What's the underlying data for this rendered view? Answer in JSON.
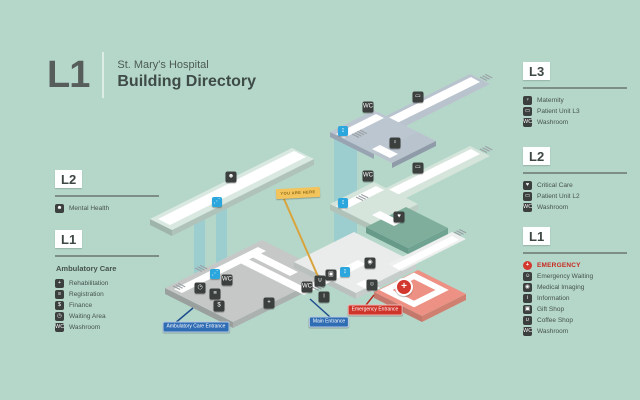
{
  "header": {
    "level_badge": "L1",
    "hospital_name": "St. Mary's Hospital",
    "page_title": "Building Directory"
  },
  "legend_left": [
    {
      "level": "L2",
      "items": [
        {
          "icon": "mental-health",
          "label": "Mental Health"
        }
      ]
    },
    {
      "level": "L1",
      "section_label": "Ambulatory Care",
      "items": [
        {
          "icon": "rehabilitation",
          "label": "Rehabilitation"
        },
        {
          "icon": "registration",
          "label": "Registration"
        },
        {
          "icon": "finance",
          "label": "Finance"
        },
        {
          "icon": "waiting-area",
          "label": "Waiting Area"
        },
        {
          "icon": "washroom",
          "label": "Washroom"
        }
      ]
    }
  ],
  "legend_right": [
    {
      "level": "L3",
      "items": [
        {
          "icon": "maternity",
          "label": "Maternity"
        },
        {
          "icon": "patient-unit",
          "label": "Patient Unit L3"
        },
        {
          "icon": "washroom",
          "label": "Washroom"
        }
      ]
    },
    {
      "level": "L2",
      "items": [
        {
          "icon": "critical-care",
          "label": "Critical Care"
        },
        {
          "icon": "patient-unit",
          "label": "Patient Unit L2"
        },
        {
          "icon": "washroom",
          "label": "Washroom"
        }
      ]
    },
    {
      "level": "L1",
      "items": [
        {
          "icon": "emergency",
          "label": "EMERGENCY"
        },
        {
          "icon": "emergency-waiting",
          "label": "Emergency Waiting"
        },
        {
          "icon": "medical-imaging",
          "label": "Medical Imaging"
        },
        {
          "icon": "information",
          "label": "Information"
        },
        {
          "icon": "gift-shop",
          "label": "Gift Shop"
        },
        {
          "icon": "coffee-shop",
          "label": "Coffee Shop"
        },
        {
          "icon": "washroom",
          "label": "Washroom"
        }
      ]
    }
  ],
  "map": {
    "you_are_here_label": "YOU ARE HERE",
    "entrance_labels": {
      "ambulatory": "Ambulatory Care Entrance",
      "main": "Main Entrance",
      "emergency": "Emergency Entrance"
    }
  },
  "icon_glyphs": {
    "mental-health": "☻",
    "rehabilitation": "+",
    "registration": "≡",
    "finance": "$",
    "waiting-area": "◷",
    "washroom": "WC",
    "maternity": "♀",
    "patient-unit": "▭",
    "critical-care": "♥",
    "emergency": "+",
    "emergency-waiting": "☺",
    "medical-imaging": "◉",
    "information": "i",
    "gift-shop": "▣",
    "coffee-shop": "∪",
    "elevator": "↕",
    "escalator": "⋰"
  },
  "colors": {
    "background": "#b5d7ca",
    "marker_dark": "#3b403e",
    "accent_blue": "#2ba7dd",
    "entrance_blue": "#2e6cb3",
    "emergency_red": "#d2382e",
    "flag_yellow": "#f3c45c"
  }
}
